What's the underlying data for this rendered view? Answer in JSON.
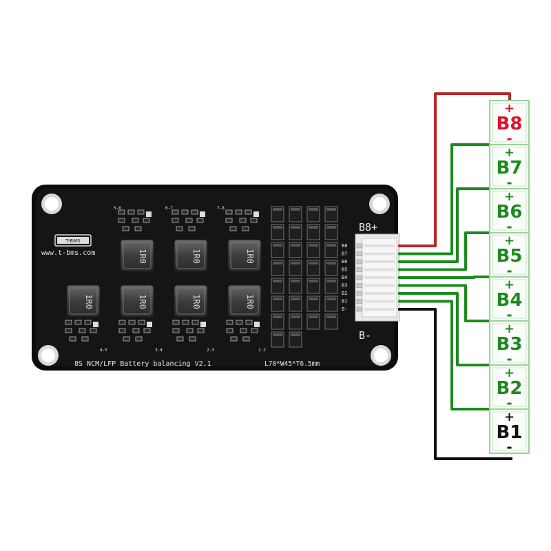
{
  "board": {
    "brand": "www.t-bms.com",
    "logo_text": "T-BMS",
    "title": "8S NCM/LFP Battery balancing V2.1",
    "dimensions": "L70*W45*T6.5mm",
    "connector_top_label": "B8+",
    "connector_bottom_label": "B-",
    "pin_labels": [
      "B8",
      "B7",
      "B6",
      "B5",
      "B4",
      "B3",
      "B2",
      "B1",
      "B-"
    ],
    "inductor_marking": "1R0",
    "pair_labels_top": [
      "5-6",
      "6-7",
      "7-8"
    ],
    "pair_labels_bottom": [
      "4-5",
      "3-4",
      "2-3",
      "1-2"
    ]
  },
  "cells": [
    {
      "label": "B8",
      "plus": "+",
      "minus": "-",
      "color": "#e0112b"
    },
    {
      "label": "B7",
      "plus": "+",
      "minus": "-",
      "color": "#1e8a1e"
    },
    {
      "label": "B6",
      "plus": "+",
      "minus": "-",
      "color": "#1e8a1e"
    },
    {
      "label": "B5",
      "plus": "+",
      "minus": "-",
      "color": "#1e8a1e"
    },
    {
      "label": "B4",
      "plus": "+",
      "minus": "-",
      "color": "#1e8a1e"
    },
    {
      "label": "B3",
      "plus": "+",
      "minus": "-",
      "color": "#1e8a1e"
    },
    {
      "label": "B2",
      "plus": "+",
      "minus": "-",
      "color": "#1e8a1e"
    },
    {
      "label": "B1",
      "plus": "+",
      "minus": "-",
      "color": "#111111"
    }
  ],
  "wire_colors": {
    "positive": "#b52a2a",
    "balance": "#1e8a1e",
    "negative": "#111111"
  },
  "cell_colors": {
    "fill": "#ffffff",
    "border": "#9ad29a",
    "inner_border": "#c8e8c8"
  }
}
